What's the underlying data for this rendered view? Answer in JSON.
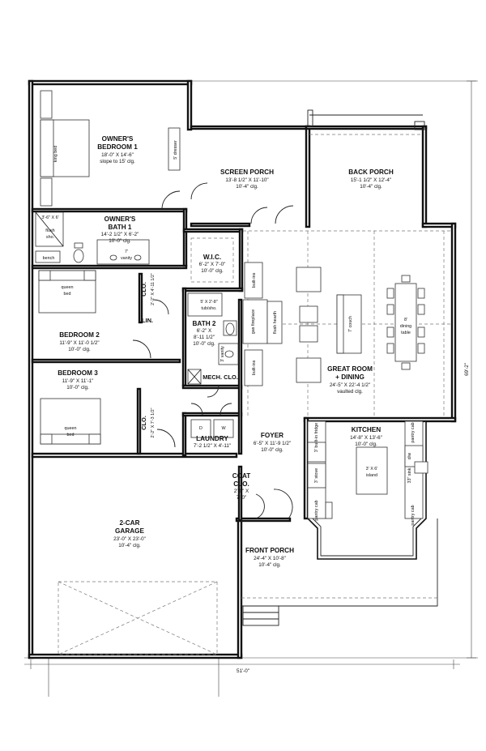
{
  "rooms": {
    "owners_bedroom": {
      "name": "OWNER'S",
      "name2": "BEDROOM 1",
      "dims": "18'-0\" X 14'-6\"",
      "note": "slope to 15' clg."
    },
    "owners_bath": {
      "name": "OWNER'S",
      "name2": "BATH 1",
      "dims": "14'-2 1/2\" X 6'-2\"",
      "ceiling": "10'-0\" clg."
    },
    "screen_porch": {
      "name": "SCREEN PORCH",
      "dims": "13'-8 1/2\" X 11'-10\"",
      "ceiling": "10'-4\" clg."
    },
    "back_porch": {
      "name": "BACK PORCH",
      "dims": "15'-1 1/2\" X 12'-4\"",
      "ceiling": "10'-4\" clg."
    },
    "wic": {
      "name": "W.I.C.",
      "dims": "6'-2\" X 7'-0\"",
      "ceiling": "10'-0\" clg."
    },
    "bath2": {
      "name": "BATH 2",
      "dims": "6'-2\" X",
      "dims2": "8'-11 1/2\"",
      "ceiling": "10'-0\" clg."
    },
    "bedroom2": {
      "name": "BEDROOM 2",
      "dims": "11'-9\" X 11'-0 1/2\"",
      "ceiling": "10'-0\" clg."
    },
    "bedroom3": {
      "name": "BEDROOM 3",
      "dims": "11'-9\" X 11'-1\"",
      "ceiling": "10'-0\" clg."
    },
    "great_room": {
      "name": "GREAT ROOM",
      "name2": "+ DINING",
      "dims": "24'-5\" X 22'-4 1/2\"",
      "ceiling": "vaulted clg."
    },
    "mech": {
      "name": "MECH. CLO."
    },
    "laundry": {
      "name": "LAUNDRY",
      "dims": "7'-2 1/2\" X 4'-11\""
    },
    "foyer": {
      "name": "FOYER",
      "dims": "6'-5\" X 11'-9 1/2\"",
      "ceiling": "10'-0\" clg."
    },
    "kitchen": {
      "name": "KITCHEN",
      "dims": "14'-8\" X 13'-6\"",
      "ceiling": "10'-0\" clg."
    },
    "coat_clo": {
      "name": "COAT",
      "name2": "CLO.",
      "dims": "2'-0\" X",
      "dims2": "7'-0\""
    },
    "garage": {
      "name": "2-CAR",
      "name2": "GARAGE",
      "dims": "23'-0\" X 23'-0\"",
      "ceiling": "10'-4\" clg."
    },
    "front_porch": {
      "name": "FRONT PORCH",
      "dims": "24'-4\" X 10'-8\"",
      "ceiling": "10'-4\" clg."
    },
    "lin": {
      "name": "LIN."
    },
    "clo2": {
      "name": "CLO.",
      "dims": "2'-2\" X 4'-11 1/2\""
    },
    "clo3": {
      "name": "CLO.",
      "dims": "2'-2\" X 7'-3 1/2\""
    }
  },
  "fixtures": {
    "king_bed": "king bed",
    "dresser": "5' dresser",
    "shower": "3'-6\" X 6'",
    "shower2": "flush",
    "shower3": "sho.",
    "bench": "bench",
    "vanity": "7'",
    "vanity2": "vanity",
    "queen_bed_2": "queen",
    "queen_bed_2b": "bed",
    "queen_bed_3": "queen",
    "queen_bed_3b": "bed",
    "tub": "5' X 2'-8\"",
    "tub2": "tub/sho.",
    "vanity_b2": "3' vanity",
    "builtins_1": "built-ins",
    "builtins_2": "built-ins",
    "gas_fireplace": "gas fireplace",
    "flush_hearth": "flush hearth",
    "couch": "7' couch",
    "dining_table": "8'",
    "dining_table2": "dining",
    "dining_table3": "table",
    "fridge": "3' built-in fridge",
    "stove": "3' stove",
    "pantry_cab_1": "pantry cab",
    "pantry_cab_2": "pantry cab",
    "pantry_cab_3": "pantry cab",
    "dw": "d/w",
    "sink": "33\" sink",
    "island": "3' X 6'",
    "island2": "island",
    "laundry_d": "D",
    "laundry_w": "W"
  },
  "dimensions": {
    "width": "51'-0\"",
    "depth": "69'-2\""
  }
}
